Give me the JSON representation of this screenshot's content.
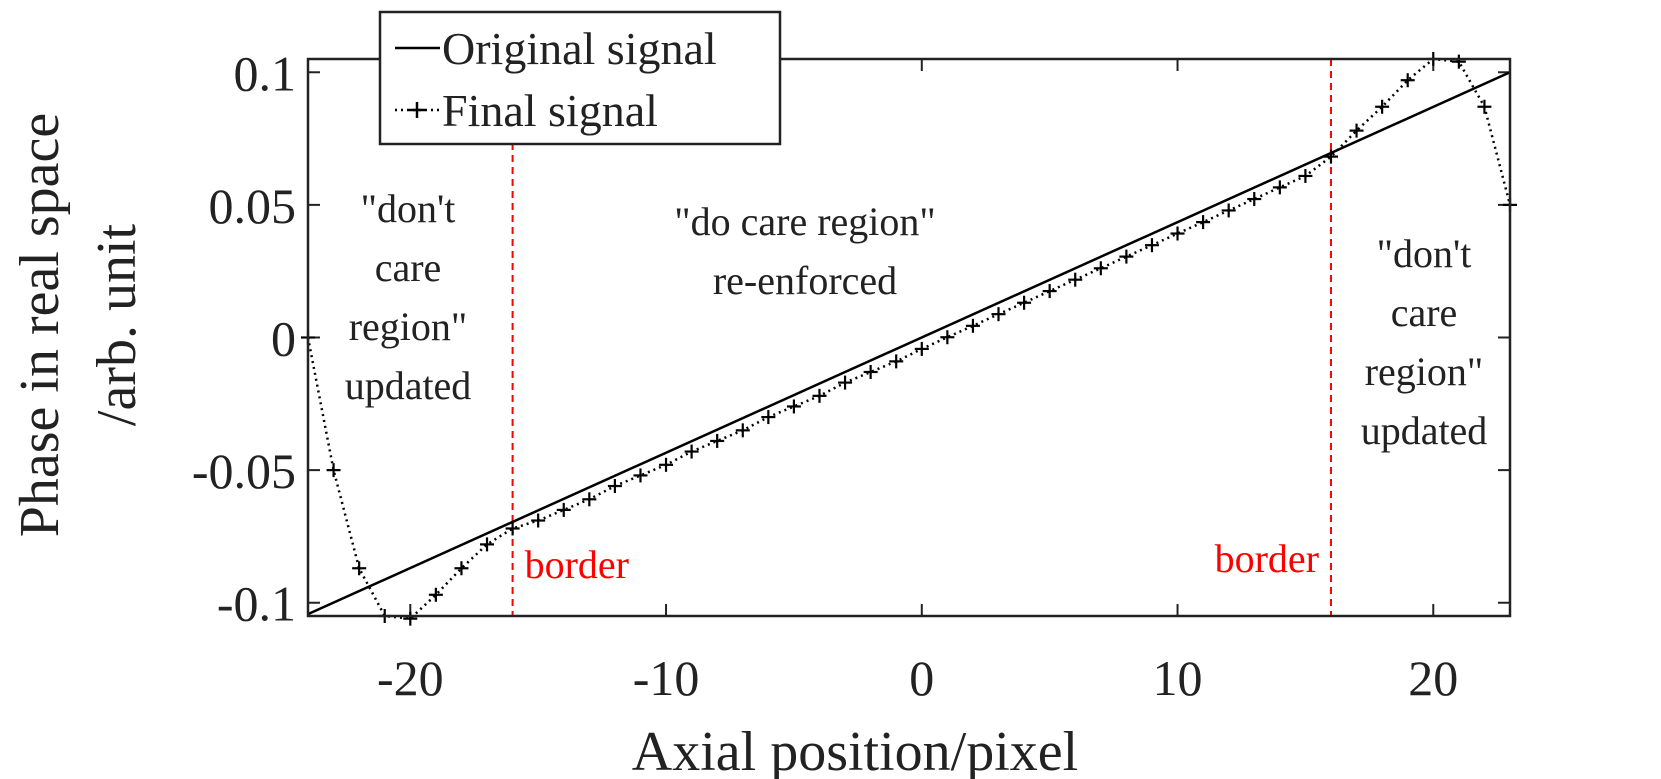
{
  "chart_data": {
    "type": "line",
    "xlabel": "Axial position/pixel",
    "ylabel_lines": [
      "Phase in real space",
      "/arb. unit"
    ],
    "xlim": [
      -24,
      23
    ],
    "ylim": [
      -0.105,
      0.105
    ],
    "xticks": [
      -20,
      -10,
      0,
      10,
      20
    ],
    "xtick_labels": [
      "-20",
      "-10",
      "0",
      "10",
      "20"
    ],
    "yticks": [
      -0.1,
      -0.05,
      0,
      0.05,
      0.1
    ],
    "ytick_labels": [
      "-0.1",
      "-0.05",
      "0",
      "0.05",
      "0.1"
    ],
    "grid": false,
    "legend_position": "top-left",
    "series": [
      {
        "name": "Original signal",
        "style": "solid",
        "color": "#000000",
        "x": [
          -24,
          23
        ],
        "y": [
          -0.1043,
          0.1
        ]
      },
      {
        "name": "Final signal",
        "style": "dotted-plus",
        "color": "#000000",
        "x": [
          -24,
          -23,
          -22,
          -21,
          -20,
          -19,
          -18,
          -17,
          -16,
          -15,
          -14,
          -13,
          -12,
          -11,
          -10,
          -9,
          -8,
          -7,
          -6,
          -5,
          -4,
          -3,
          -2,
          -1,
          0,
          1,
          2,
          3,
          4,
          5,
          6,
          7,
          8,
          9,
          10,
          11,
          12,
          13,
          14,
          15,
          16,
          17,
          18,
          19,
          20,
          21,
          22,
          23
        ],
        "y": [
          0,
          -0.05,
          -0.087,
          -0.105,
          -0.106,
          -0.097,
          -0.087,
          -0.078,
          -0.072,
          -0.069,
          -0.065,
          -0.061,
          -0.056,
          -0.052,
          -0.048,
          -0.043,
          -0.039,
          -0.035,
          -0.03,
          -0.026,
          -0.022,
          -0.017,
          -0.013,
          -0.009,
          -0.0043,
          0.0001,
          0.0044,
          0.0088,
          0.0131,
          0.0175,
          0.0218,
          0.0261,
          0.0305,
          0.0348,
          0.0392,
          0.0435,
          0.0479,
          0.0522,
          0.0566,
          0.0609,
          0.0682,
          0.078,
          0.087,
          0.097,
          0.105,
          0.104,
          0.087,
          0.05
        ]
      }
    ],
    "borders": {
      "x": [
        -16,
        16
      ],
      "color": "#ff0000",
      "labels": [
        "border",
        "border"
      ]
    },
    "annotations": {
      "left": [
        "\"don't",
        "care",
        "region\"",
        "updated"
      ],
      "center": [
        "\"do care region\"",
        "re-enforced"
      ],
      "right": [
        "\"don't",
        "care",
        "region\"",
        "updated"
      ]
    }
  }
}
